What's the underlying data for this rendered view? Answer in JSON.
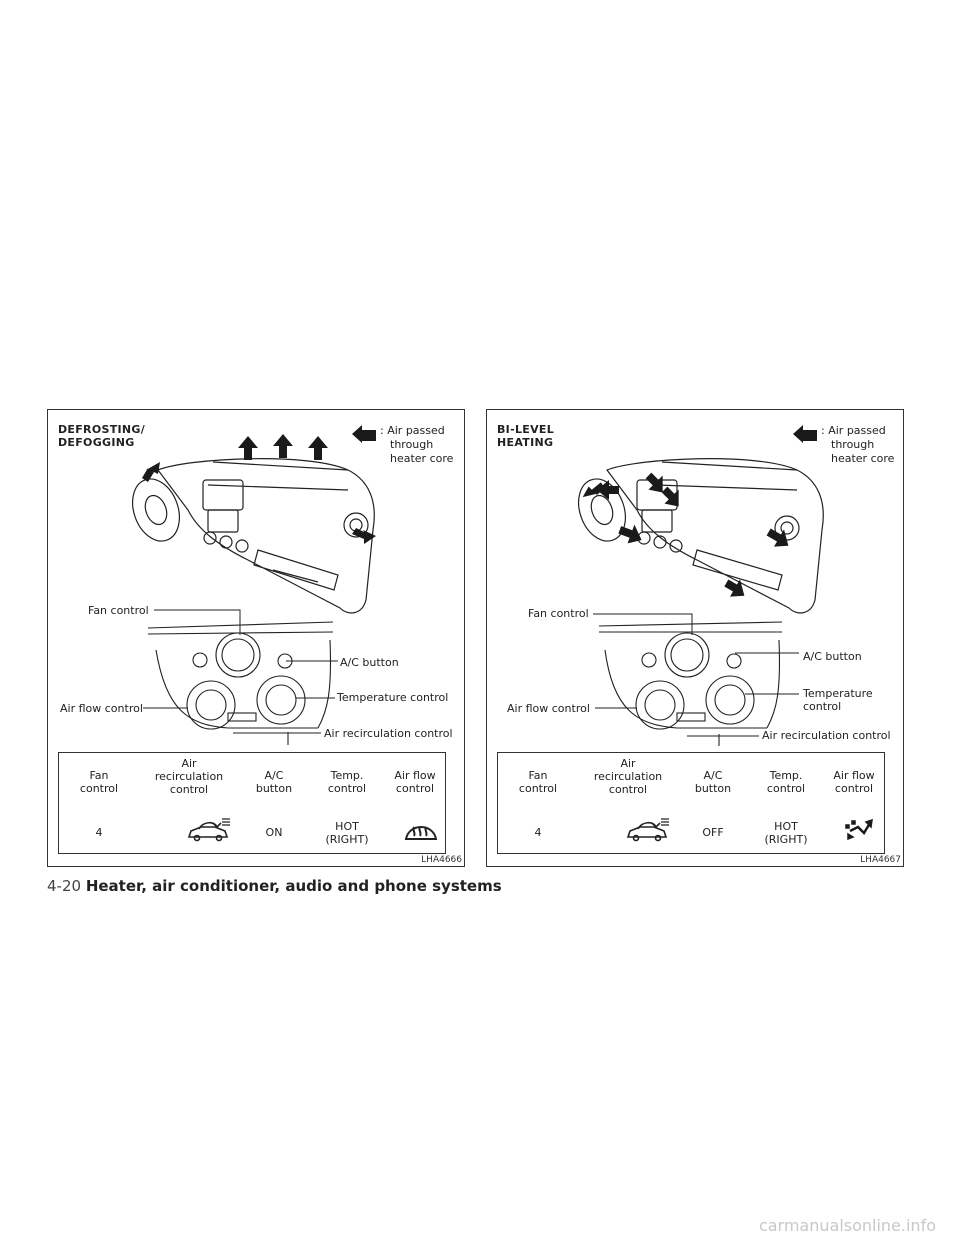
{
  "panels": [
    {
      "title": "DEFROSTING/\nDEFOGGING",
      "legend": {
        "colon": ":",
        "line1": "Air passed",
        "line2": "through",
        "line3": "heater core"
      },
      "labels": {
        "fan_control": "Fan control",
        "ac_button": "A/C button",
        "temperature_control": "Temperature control",
        "air_flow_control": "Air flow control",
        "air_recirculation_control": "Air recirculation control"
      },
      "table": {
        "headers": [
          "Fan\ncontrol",
          "Air\nrecirculation\ncontrol",
          "A/C\nbutton",
          "Temp.\ncontrol",
          "Air flow\ncontrol"
        ],
        "values": {
          "fan": "4",
          "ac": "ON",
          "temp": "HOT\n(RIGHT)"
        },
        "recirc_icon": "recirculation-car-icon",
        "airflow_icon": "defrost-icon"
      },
      "code": "LHA4666"
    },
    {
      "title": "BI-LEVEL\nHEATING",
      "legend": {
        "colon": ":",
        "line1": "Air passed",
        "line2": "through",
        "line3": "heater core"
      },
      "labels": {
        "fan_control": "Fan control",
        "ac_button": "A/C button",
        "temperature_control": "Temperature\ncontrol",
        "air_flow_control": "Air flow control",
        "air_recirculation_control": "Air recirculation control"
      },
      "table": {
        "headers": [
          "Fan\ncontrol",
          "Air\nrecirculation\ncontrol",
          "A/C\nbutton",
          "Temp.\ncontrol",
          "Air flow\ncontrol"
        ],
        "values": {
          "fan": "4",
          "ac": "OFF",
          "temp": "HOT\n(RIGHT)"
        },
        "recirc_icon": "recirculation-car-icon",
        "airflow_icon": "bi-level-icon"
      },
      "code": "LHA4667"
    }
  ],
  "footer": {
    "page_number": "4-20",
    "title": "Heater, air conditioner, audio and phone systems"
  },
  "watermark": "carmanualsonline.info"
}
